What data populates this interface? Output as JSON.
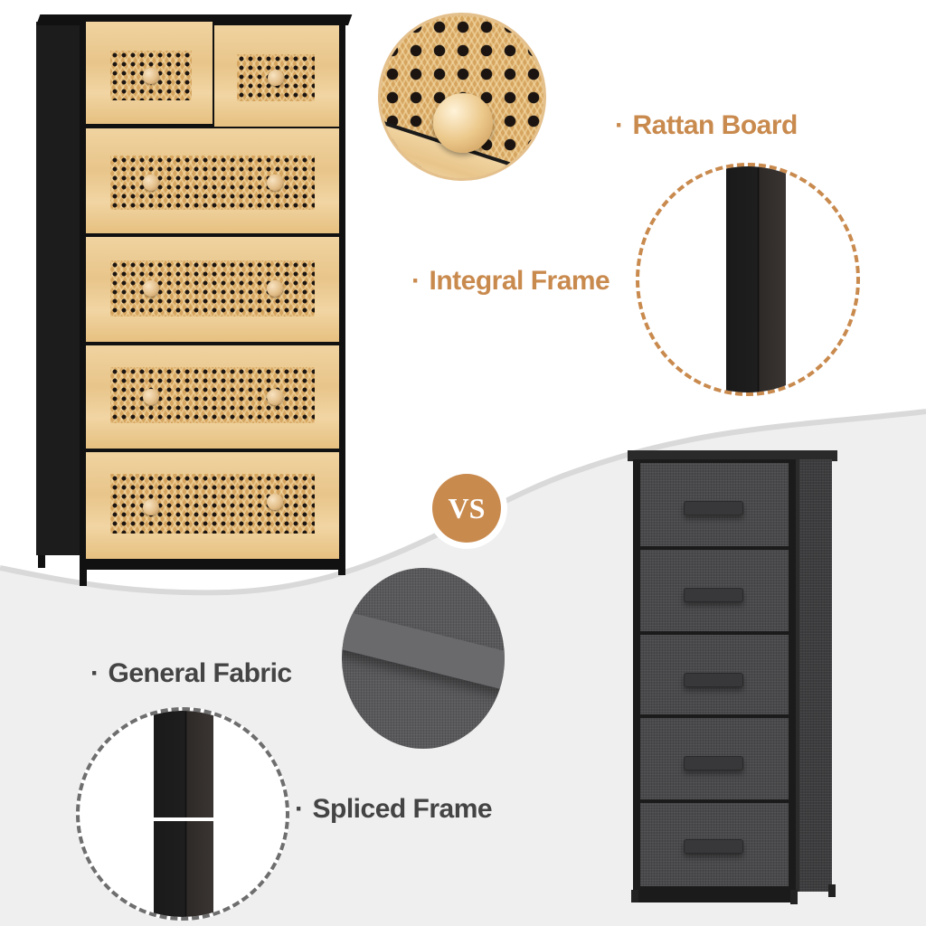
{
  "top_product": {
    "name": "Rattan dresser",
    "frame_color": "#111111",
    "drawer_rows": [
      2,
      1,
      1,
      1,
      1
    ],
    "features": [
      {
        "label": "Rattan Board",
        "color": "#c98a4e"
      },
      {
        "label": "Integral Frame",
        "color": "#c98a4e"
      }
    ]
  },
  "comparison_badge": {
    "text": "VS",
    "color": "#c98a4e"
  },
  "bottom_product": {
    "name": "Fabric dresser",
    "drawer_count": 5,
    "features": [
      {
        "label": "General Fabric",
        "color": "#444444"
      },
      {
        "label": "Spliced Frame",
        "color": "#444444"
      }
    ]
  },
  "bullet": "·"
}
